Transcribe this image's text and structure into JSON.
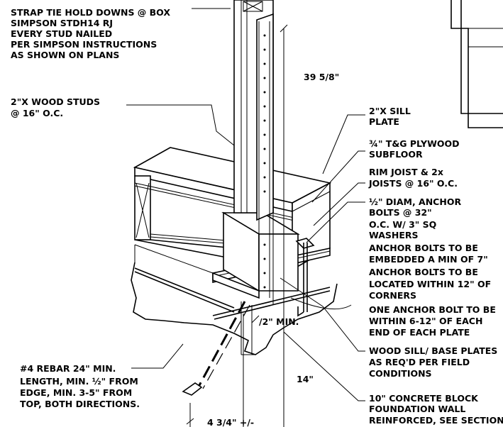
{
  "labels": {
    "strap_tie": [
      "STRAP TIE HOLD DOWNS @ BOX",
      "SIMPSON STDH14 RJ",
      "EVERY STUD NAILED",
      "PER SIMPSON INSTRUCTIONS",
      "AS SHOWN ON PLANS"
    ],
    "wood_studs": [
      "2\"X WOOD STUDS",
      "@ 16\" O.C."
    ],
    "dim_height": "39 5/8\"",
    "sill_plate": [
      "2\"X SILL",
      "PLATE"
    ],
    "subfloor": [
      "¾\" T&G PLYWOOD",
      "SUBFLOOR"
    ],
    "rim_joist": [
      "RIM JOIST & 2x",
      "JOISTS @ 16\" O.C."
    ],
    "anchor_bolts": [
      "½\" DIAM, ANCHOR",
      "BOLTS  @ 32\"",
      "O.C. W/ 3\" SQ",
      "WASHERS",
      "ANCHOR BOLTS TO BE",
      "EMBEDDED A MIN OF 7\"",
      "ANCHOR BOLTS TO BE",
      "LOCATED WITHIN 12\" OF",
      "CORNERS",
      "ONE ANCHOR BOLT TO BE",
      "WITHIN 6-12\" OF EACH",
      "END OF EACH PLATE"
    ],
    "dim_half_min": "/2\" MIN.",
    "base_plates": [
      "WOOD SILL/ BASE PLATES",
      "AS REQ'D PER FIELD",
      "CONDITIONS"
    ],
    "rebar": [
      "#4 REBAR 24\" MIN.",
      "LENGTH, MIN. ½\" FROM",
      "EDGE, MIN. 3-5\" FROM",
      "TOP, BOTH DIRECTIONS."
    ],
    "dim_14": "14\"",
    "foundation": [
      "10\" CONCRETE BLOCK",
      "FOUNDATION WALL",
      "REINFORCED, SEE SECTION"
    ],
    "dim_bottom": "4 3/4\"  +/-"
  }
}
